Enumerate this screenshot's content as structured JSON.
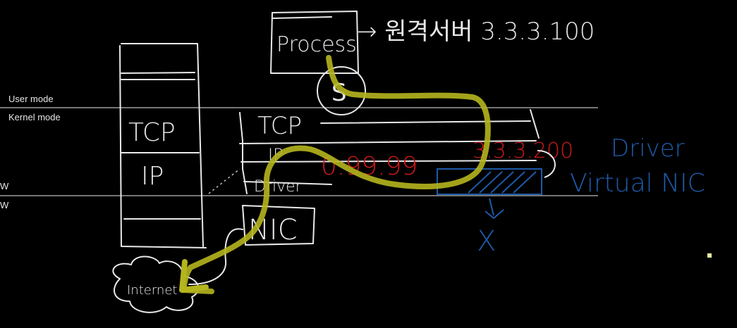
{
  "mode_labels": {
    "user": "User mode",
    "kernel": "Kernel mode",
    "left_w1": "W",
    "left_w2": "W"
  },
  "left_stack": {
    "tcp": "TCP",
    "ip": "IP"
  },
  "right_stack": {
    "process": "Process",
    "arrow_text": "→ 원격서버 3.3.3.100",
    "socket": "S",
    "tcp": "TCP",
    "ip": "IP",
    "driver": "Driver",
    "nic": "NIC",
    "internet": "Internet"
  },
  "annotations": {
    "red_ip_left": "0.99.99",
    "red_ip_right": "3.3.3.200",
    "blue_driver": "Driver",
    "blue_virtual_nic": "Virtual NIC",
    "blue_x": "X"
  },
  "colors": {
    "background": "#000000",
    "chalk": "#e8e8e8",
    "path_highlight": "#b5b51e",
    "red_ink": "#d01818",
    "blue_ink": "#1e5aa8"
  }
}
